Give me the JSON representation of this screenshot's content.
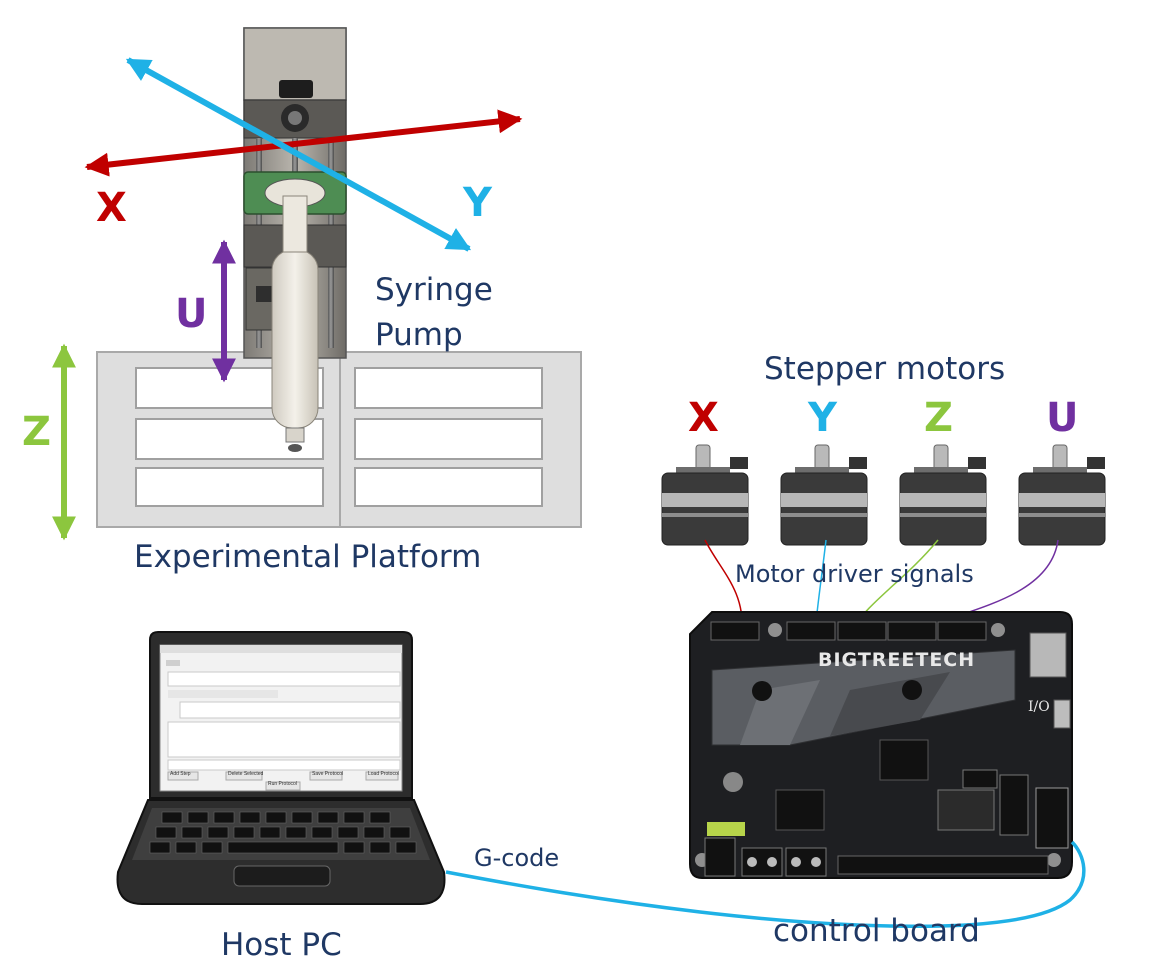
{
  "colors": {
    "x": "#c00000",
    "y": "#1fb1e6",
    "z": "#8cc63e",
    "u": "#7030a0",
    "caption": "#1f3864",
    "cable": "#1fb1e6"
  },
  "syringe_axes": {
    "x": "X",
    "y": "Y",
    "u": "U",
    "z": "Z"
  },
  "captions": {
    "syringe_pump": "Syringe\nPump",
    "experimental_platform": "Experimental Platform",
    "stepper_motors": "Stepper motors",
    "motor_driver_signals": "Motor driver signals",
    "g_code": "G-code",
    "host_pc": "Host PC",
    "control_board": "control board"
  },
  "motors": [
    {
      "label": "X",
      "color_key": "x"
    },
    {
      "label": "Y",
      "color_key": "y"
    },
    {
      "label": "Z",
      "color_key": "z"
    },
    {
      "label": "U",
      "color_key": "u"
    }
  ],
  "board": {
    "brand": "BIGTREETECH",
    "io_mark": "I/O"
  },
  "screen_buttons": [
    "Add Step",
    "Delete Selected",
    "Save Protocol",
    "Load Protocol",
    "Run Protocol"
  ]
}
